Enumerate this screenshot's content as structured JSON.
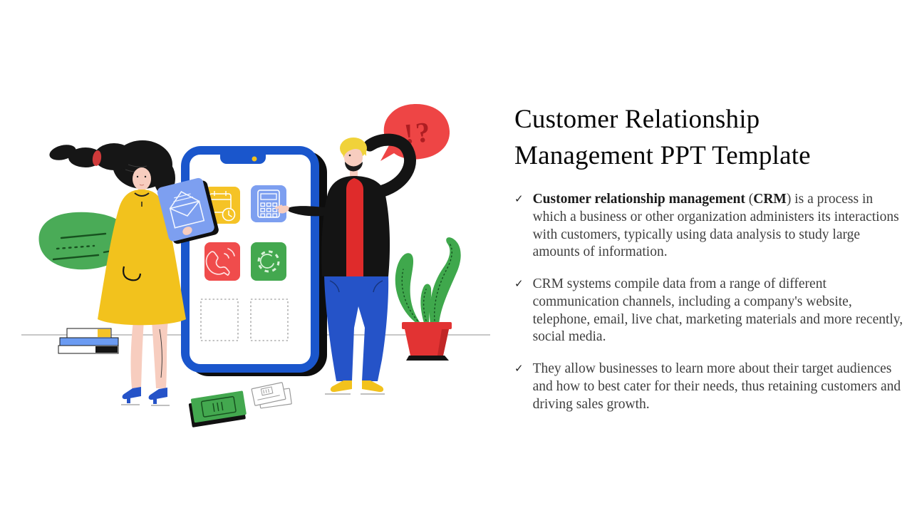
{
  "slide": {
    "title": "Customer Relationship Management PPT Template",
    "bullet_marker": "✓",
    "bullets": [
      {
        "segments": [
          {
            "text": "Customer relationship management",
            "bold": true
          },
          {
            "text": " (",
            "bold": false
          },
          {
            "text": "CRM",
            "bold": true
          },
          {
            "text": ") is a process in which a business or other organization administers its interactions with customers, typically using data analysis to study large amounts of information.",
            "bold": false
          }
        ]
      },
      {
        "segments": [
          {
            "text": "CRM systems compile data from a range of different communication channels, including a company's website, telephone, email, live chat, marketing materials and more recently, social media.",
            "bold": false
          }
        ]
      },
      {
        "segments": [
          {
            "text": "They allow businesses to learn more about their target audiences and how to best cater for their needs, thus retaining customers and driving sales growth.",
            "bold": false
          }
        ]
      }
    ]
  },
  "illustration": {
    "speech_bubble_text": "!?",
    "icons": [
      "email-icon",
      "calendar-clock-icon",
      "calculator-icon",
      "phone-call-icon",
      "settings-gear-icon"
    ],
    "colors": {
      "phone_blue": "#1a56cc",
      "app_yellow": "#f5c326",
      "app_light_blue": "#7d9ff0",
      "app_red": "#f04c4c",
      "app_green": "#43a84f",
      "bubble_red": "#ee4545",
      "bubble_green": "#4aab57",
      "dress_yellow": "#f2c21d",
      "pants_blue": "#2553c8",
      "pot_red": "#e23333",
      "skin": "#f7cdbf"
    }
  }
}
